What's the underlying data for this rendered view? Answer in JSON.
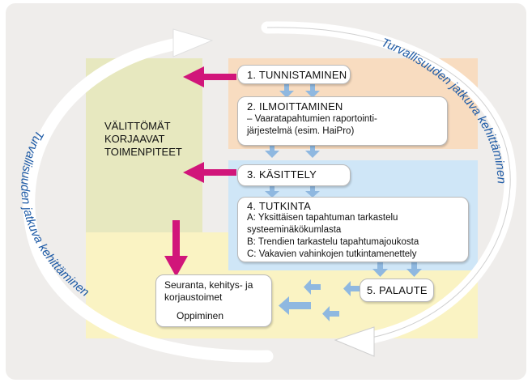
{
  "cycle_label_right": "Turvallisuuden jatkuva kehittäminen",
  "cycle_label_left": "Turvallisuuden jatkuva kehittäminen",
  "immediate_actions": {
    "line1": "VÄLITTÖMÄT",
    "line2": "KORJAAVAT",
    "line3": "TOIMENPITEET"
  },
  "steps": {
    "identify": "1. TUNNISTAMINEN",
    "report": {
      "title": "2. ILMOITTAMINEN",
      "line1": "– Vaaratapahtumien raportointi-",
      "line2": "järjestelmä (esim. HaiPro)"
    },
    "handle": "3. KÄSITTELY",
    "investigate": {
      "title": "4. TUTKINTA",
      "line_a1": "A: Yksittäisen tapahtuman tarkastelu",
      "line_a2": "systeeminäkökumlasta",
      "line_b": "B: Trendien tarkastelu tapahtumajoukosta",
      "line_c": "C: Vakavien vahinkojen tutkintamenettely"
    },
    "feedback": "5. PALAUTE"
  },
  "followup": {
    "line1": "Seuranta,  kehitys-  ja",
    "line2": "korjaustoimet",
    "line3": "Oppiminen"
  },
  "colors": {
    "panel": "#efedeb",
    "green_zone": "#e7e8bf",
    "orange_zone": "#f8dcc0",
    "blue_zone": "#cfe6f7",
    "yellow_zone": "#faf3c3",
    "magenta_arrow": "#d1157a",
    "blue_arrow": "#8fb8e0",
    "cycle_text": "#1d5aa6"
  }
}
